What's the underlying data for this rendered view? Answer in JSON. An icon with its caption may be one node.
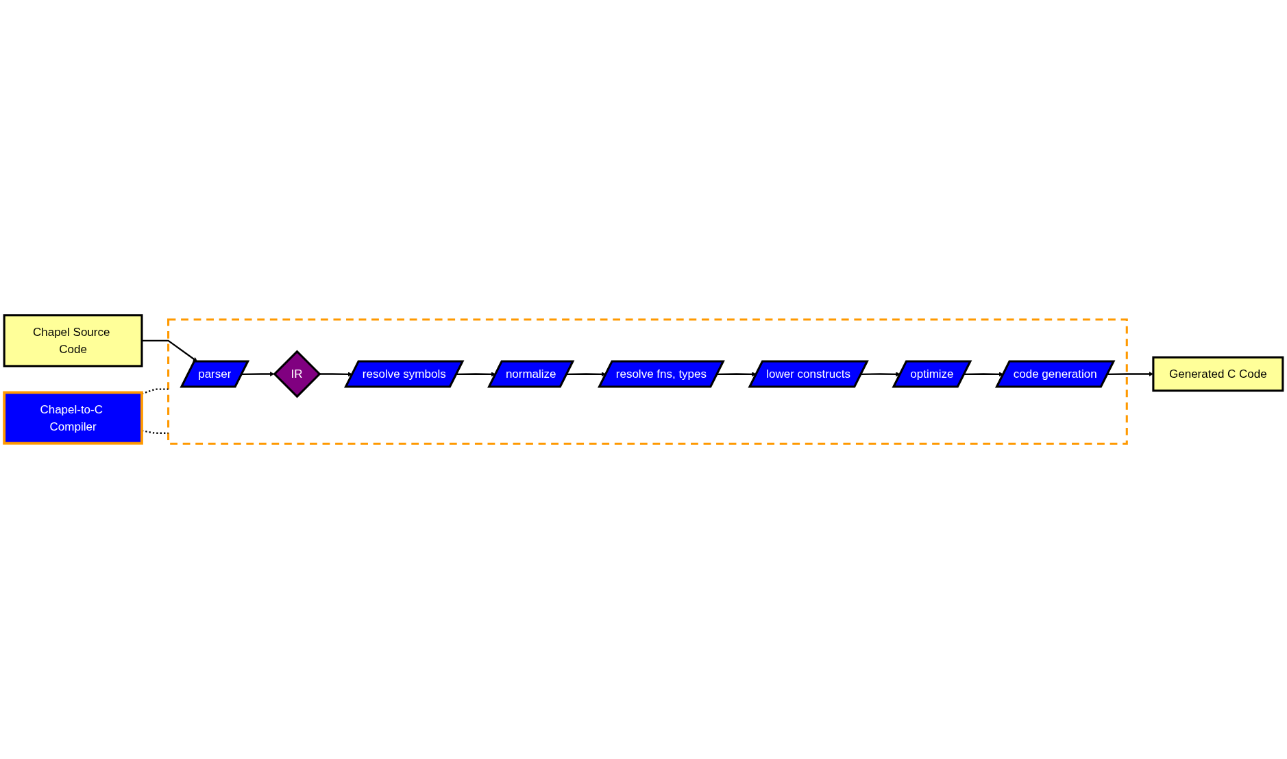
{
  "diagram": {
    "nodes": [
      {
        "text": [
          "Chapel-to-C Compiler"
        ]
      },
      {
        "text": [],
        "shape": "box"
      },
      {
        "text": [
          "Chapel Source Code"
        ]
      },
      {
        "text": [
          "parser"
        ],
        "in": 1
      },
      {
        "text": [
          "IR"
        ],
        "in": 1
      },
      {
        "text": [
          "resolve symbols"
        ],
        "in": 1
      },
      {
        "text": [
          "normalize"
        ],
        "in": 1
      },
      {
        "text": [
          "resolve fns, types"
        ],
        "in": 1
      },
      {
        "text": [
          "lower constructs"
        ],
        "in": 1
      },
      {
        "text": [
          "optimize"
        ],
        "in": 1
      },
      {
        "text": [
          "code generation"
        ],
        "in": 1
      },
      {
        "text": [
          "Generated C Code"
        ]
      }
    ],
    "edges": [
      {
        "from": 0,
        "to": 1,
        "arrow": "none",
        "style": "dashed"
      },
      {
        "from": 0,
        "to": 1,
        "arrow": "none",
        "style": "dashed"
      },
      {
        "from": 2,
        "to": 3,
        "arrow": "to"
      },
      {
        "from": 3,
        "to": 4,
        "arrow": "to"
      },
      {
        "from": 4,
        "to": 5,
        "arrow": "to"
      },
      {
        "from": 5,
        "to": 6,
        "arrow": "to"
      },
      {
        "from": 6,
        "to": 7,
        "arrow": "to"
      },
      {
        "from": 7,
        "to": 8,
        "arrow": "to"
      },
      {
        "from": 8,
        "to": 9,
        "arrow": "to"
      },
      {
        "from": 9,
        "to": 10,
        "arrow": "to"
      },
      {
        "from": 10,
        "to": 11,
        "arrow": "to"
      }
    ]
  }
}
